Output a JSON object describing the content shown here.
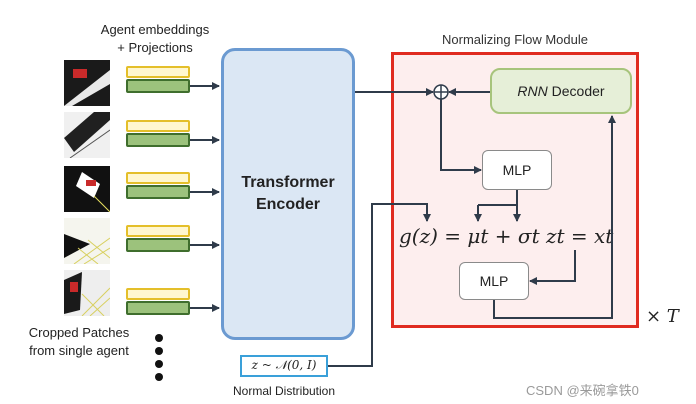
{
  "labels": {
    "agent_embeddings": "Agent embeddings",
    "projections": "+ Projections",
    "cropped_line1": "Cropped Patches",
    "cropped_line2": "from single agent",
    "encoder_line1": "Transformer",
    "encoder_line2": "Encoder",
    "flow_title": "Normalizing Flow Module",
    "rnn_italic": "RNN",
    "rnn_rest": " Decoder",
    "mlp_top": "MLP",
    "mlp_bottom": "MLP",
    "equation": "g(z) = μt + σt zt = xt",
    "noise": "z ~ 𝒩(0, I)",
    "normal_distribution": "Normal Distribution",
    "repeat": "× T",
    "watermark": "CSDN @来碗拿铁0"
  },
  "colors": {
    "encoder_fill": "#dbe7f4",
    "encoder_border": "#6b9ad1",
    "flow_border": "#e02b20",
    "flow_fill": "#fdeeee",
    "embedding_yellow": "#e4bf2a",
    "embedding_green": "#9cc27c",
    "wire": "#2f3b4a"
  }
}
